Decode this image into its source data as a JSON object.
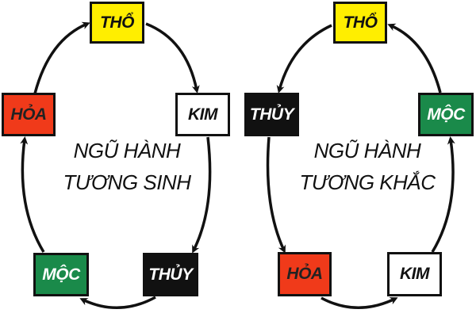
{
  "diagrams": [
    {
      "title_line1": "NGŨ HÀNH",
      "title_line2": "TƯƠNG SINH",
      "nodes": {
        "top": {
          "label": "THỔ",
          "bg": "#ffee00",
          "fg": "#111111"
        },
        "right": {
          "label": "KIM",
          "bg": "#ffffff",
          "fg": "#111111"
        },
        "bottom_right": {
          "label": "THỦY",
          "bg": "#111111",
          "fg": "#ffffff"
        },
        "bottom_left": {
          "label": "MỘC",
          "bg": "#1a8a4a",
          "fg": "#ffffff"
        },
        "left": {
          "label": "HỎA",
          "bg": "#f03a1a",
          "fg": "#222222"
        }
      },
      "cycle": [
        "MỘC",
        "HỎA",
        "THỔ",
        "KIM",
        "THỦY",
        "MỘC"
      ]
    },
    {
      "title_line1": "NGŨ HÀNH",
      "title_line2": "TƯƠNG KHẮC",
      "nodes": {
        "top": {
          "label": "THỔ",
          "bg": "#ffee00",
          "fg": "#111111"
        },
        "left": {
          "label": "THỦY",
          "bg": "#111111",
          "fg": "#ffffff"
        },
        "right": {
          "label": "MỘC",
          "bg": "#1a8a4a",
          "fg": "#ffffff"
        },
        "bottom_left": {
          "label": "HỎA",
          "bg": "#f03a1a",
          "fg": "#222222"
        },
        "bottom_right": {
          "label": "KIM",
          "bg": "#ffffff",
          "fg": "#111111"
        }
      },
      "cycle": [
        "MỘC",
        "THỔ",
        "THỦY",
        "HỎA",
        "KIM",
        "MỘC"
      ]
    }
  ]
}
